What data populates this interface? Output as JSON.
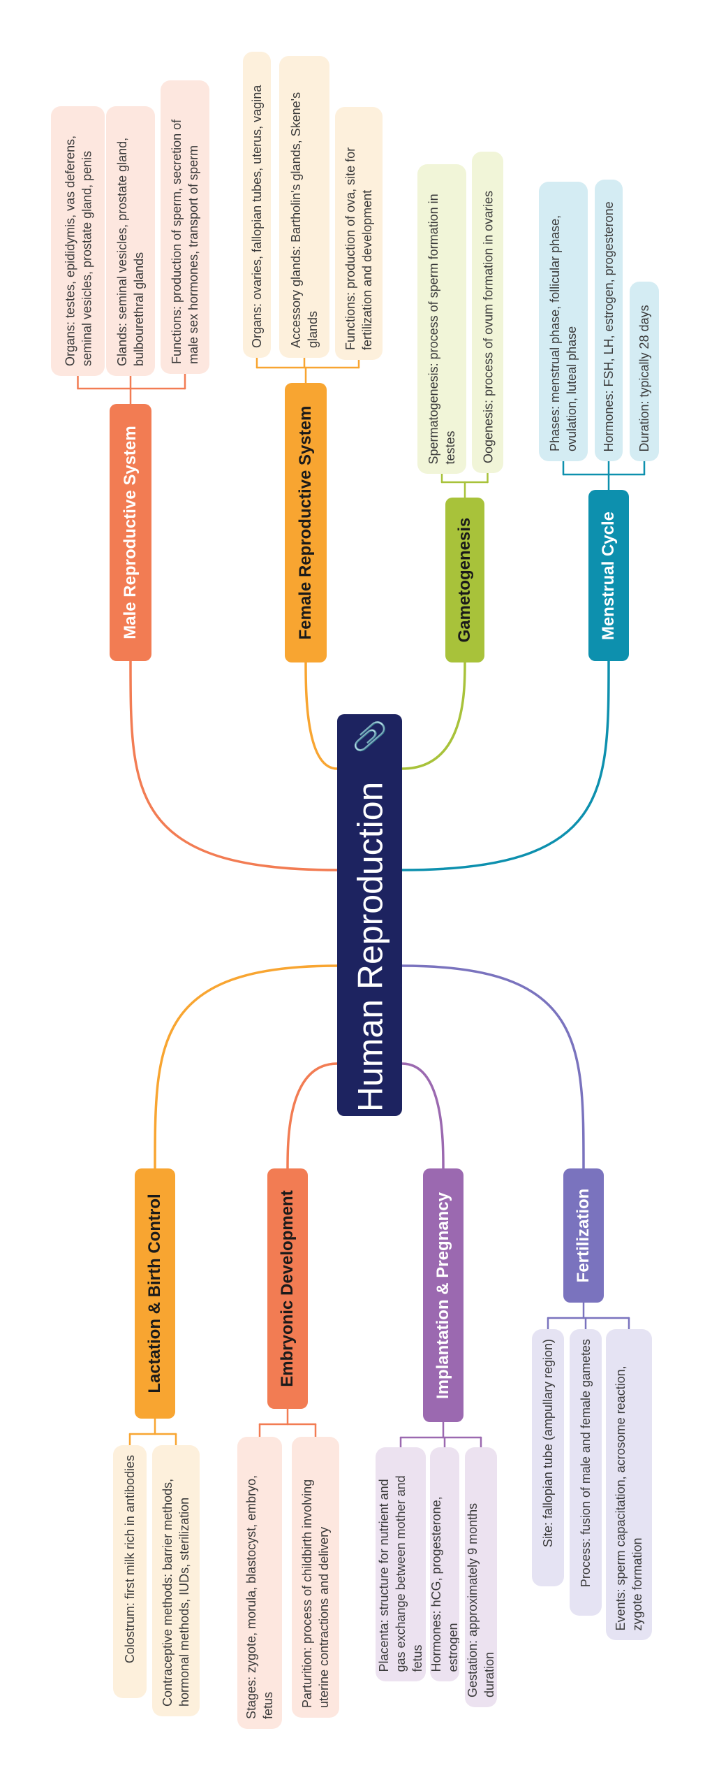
{
  "central": {
    "title": "Human Reproduction",
    "icon": "paperclip-icon",
    "color": "#1d2360"
  },
  "branches": [
    {
      "id": "male",
      "title": "Male Reproductive System",
      "color": "#f27c53",
      "light": "#fde7df",
      "leaves": [
        "Organs: testes, epididymis, vas deferens, seminal vesicles, prostate gland, penis",
        "Glands: seminal vesicles, prostate gland, bulbourethral glands",
        "Functions: production of sperm, secretion of male sex hormones, transport of sperm"
      ]
    },
    {
      "id": "female",
      "title": "Female Reproductive System",
      "color": "#f8a531",
      "light": "#fdf0dc",
      "leaves": [
        "Organs: ovaries, fallopian tubes, uterus, vagina",
        "Accessory glands: Bartholin's glands, Skene's glands",
        "Functions: production of ova, site for fertilization and development"
      ]
    },
    {
      "id": "gametogenesis",
      "title": "Gametogenesis",
      "color": "#a8c23a",
      "light": "#f1f5d8",
      "leaves": [
        "Spermatogenesis: process of sperm formation in testes",
        "Oogenesis: process of ovum formation in ovaries"
      ]
    },
    {
      "id": "menstrual",
      "title": "Menstrual Cycle",
      "color": "#0d90ae",
      "light": "#d4ecf3",
      "leaves": [
        "Phases: menstrual phase, follicular phase, ovulation, luteal phase",
        "Hormones: FSH, LH, estrogen, progesterone",
        "Duration: typically 28 days"
      ]
    },
    {
      "id": "lactation",
      "title": "Lactation & Birth Control",
      "color": "#f8a531",
      "light": "#fdf0dc",
      "leaves": [
        "Colostrum: first milk rich in antibodies",
        "Contraceptive methods: barrier methods, hormonal methods, IUDs, sterilization"
      ]
    },
    {
      "id": "embryonic",
      "title": "Embryonic Development",
      "color": "#f27c53",
      "light": "#fde7df",
      "leaves": [
        "Stages: zygote, morula, blastocyst, embryo, fetus",
        "Parturition: process of childbirth involving uterine contractions and delivery"
      ]
    },
    {
      "id": "implantation",
      "title": "Implantation & Pregnancy",
      "color": "#9b69b0",
      "light": "#ece2f0",
      "leaves": [
        "Placenta: structure for nutrient and gas exchange between mother and fetus",
        "Hormones: hCG, progesterone, estrogen",
        "Gestation: approximately 9 months duration"
      ]
    },
    {
      "id": "fertilization",
      "title": "Fertilization",
      "color": "#7a73be",
      "light": "#e5e3f3",
      "leaves": [
        "Site: fallopian tube (ampullary region)",
        "Process: fusion of male and female gametes",
        "Events: sperm capacitation, acrosome reaction, zygote formation"
      ]
    }
  ]
}
